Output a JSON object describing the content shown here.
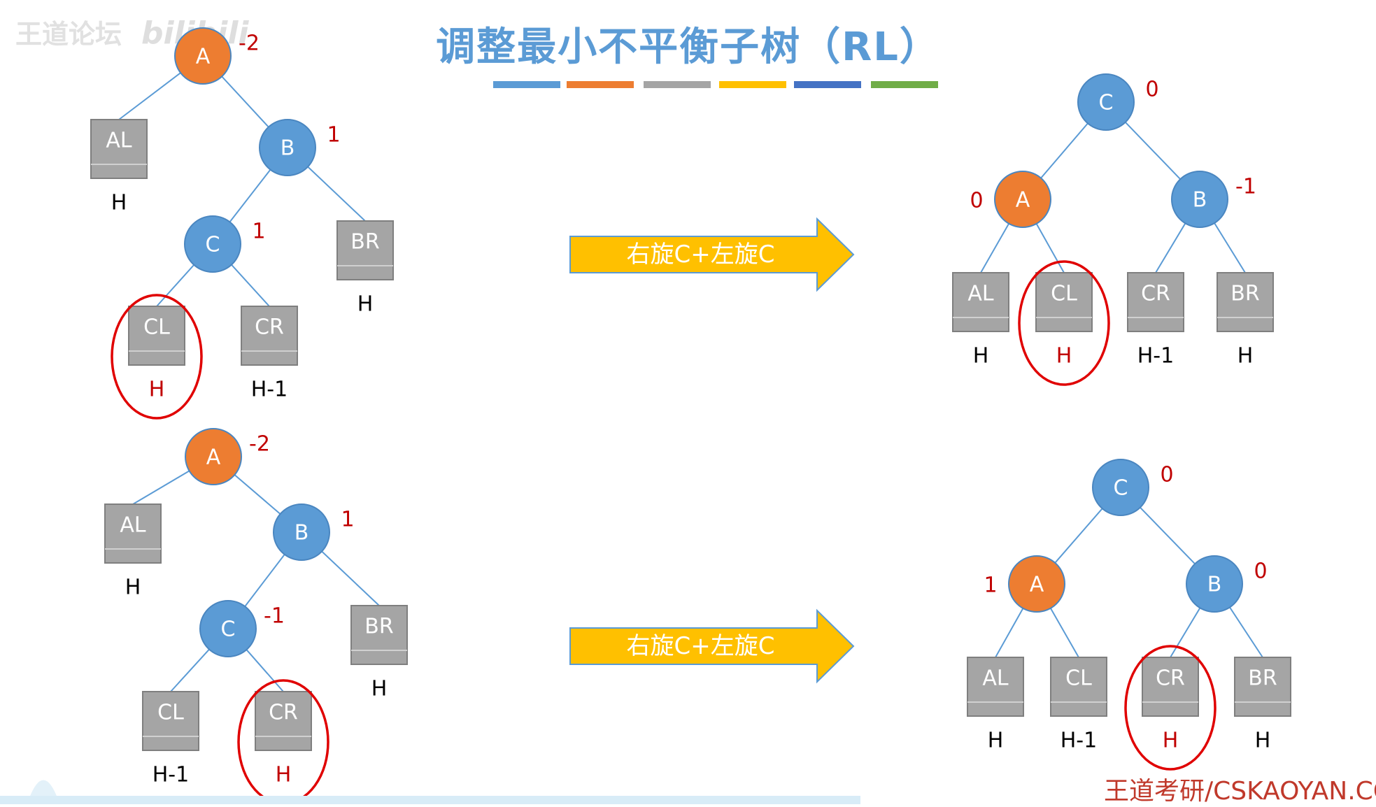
{
  "title": {
    "main": "调整最小不平衡子树",
    "suffix": "（RL）"
  },
  "accent_bar_colors": [
    "#5b9bd5",
    "#ed7d31",
    "#a5a5a5",
    "#ffc000",
    "#4472c4",
    "#70ad47"
  ],
  "watermark_top_left": "王道论坛",
  "watermark_top_left_logo": "bilibili",
  "watermark_bottom_right": "王道考研/CSKAOYAN.COM",
  "colors": {
    "blue_node": "#5b9bd5",
    "orange_node": "#ed7d31",
    "subtree_box": "#a5a5a5",
    "balance_text": "#c00000",
    "highlight_circle": "#e00000",
    "arrow_fill": "#ffc000",
    "edge": "#5b9bd5"
  },
  "arrows": [
    {
      "label": "右旋C+左旋C"
    },
    {
      "label": "右旋C+左旋C"
    }
  ],
  "diagrams": {
    "top_before": {
      "nodes": [
        {
          "id": "A",
          "label": "A",
          "balance": "-2",
          "color": "orange"
        },
        {
          "id": "B",
          "label": "B",
          "balance": "1",
          "color": "blue"
        },
        {
          "id": "C",
          "label": "C",
          "balance": "1",
          "color": "blue"
        }
      ],
      "subtrees": [
        {
          "id": "AL",
          "label": "AL",
          "height": "H",
          "highlight": false
        },
        {
          "id": "BR",
          "label": "BR",
          "height": "H",
          "highlight": false
        },
        {
          "id": "CL",
          "label": "CL",
          "height": "H",
          "highlight": true
        },
        {
          "id": "CR",
          "label": "CR",
          "height": "H-1",
          "highlight": false
        }
      ]
    },
    "top_after": {
      "nodes": [
        {
          "id": "C",
          "label": "C",
          "balance": "0",
          "color": "blue"
        },
        {
          "id": "A",
          "label": "A",
          "balance": "0",
          "color": "orange"
        },
        {
          "id": "B",
          "label": "B",
          "balance": "-1",
          "color": "blue"
        }
      ],
      "subtrees": [
        {
          "id": "AL",
          "label": "AL",
          "height": "H",
          "highlight": false
        },
        {
          "id": "CL",
          "label": "CL",
          "height": "H",
          "highlight": true
        },
        {
          "id": "CR",
          "label": "CR",
          "height": "H-1",
          "highlight": false
        },
        {
          "id": "BR",
          "label": "BR",
          "height": "H",
          "highlight": false
        }
      ]
    },
    "bottom_before": {
      "nodes": [
        {
          "id": "A",
          "label": "A",
          "balance": "-2",
          "color": "orange"
        },
        {
          "id": "B",
          "label": "B",
          "balance": "1",
          "color": "blue"
        },
        {
          "id": "C",
          "label": "C",
          "balance": "-1",
          "color": "blue"
        }
      ],
      "subtrees": [
        {
          "id": "AL",
          "label": "AL",
          "height": "H",
          "highlight": false
        },
        {
          "id": "BR",
          "label": "BR",
          "height": "H",
          "highlight": false
        },
        {
          "id": "CL",
          "label": "CL",
          "height": "H-1",
          "highlight": false
        },
        {
          "id": "CR",
          "label": "CR",
          "height": "H",
          "highlight": true
        }
      ]
    },
    "bottom_after": {
      "nodes": [
        {
          "id": "C",
          "label": "C",
          "balance": "0",
          "color": "blue"
        },
        {
          "id": "A",
          "label": "A",
          "balance": "1",
          "color": "orange"
        },
        {
          "id": "B",
          "label": "B",
          "balance": "0",
          "color": "blue"
        }
      ],
      "subtrees": [
        {
          "id": "AL",
          "label": "AL",
          "height": "H",
          "highlight": false
        },
        {
          "id": "CL",
          "label": "CL",
          "height": "H-1",
          "highlight": false
        },
        {
          "id": "CR",
          "label": "CR",
          "height": "H",
          "highlight": true
        },
        {
          "id": "BR",
          "label": "BR",
          "height": "H",
          "highlight": false
        }
      ]
    }
  }
}
